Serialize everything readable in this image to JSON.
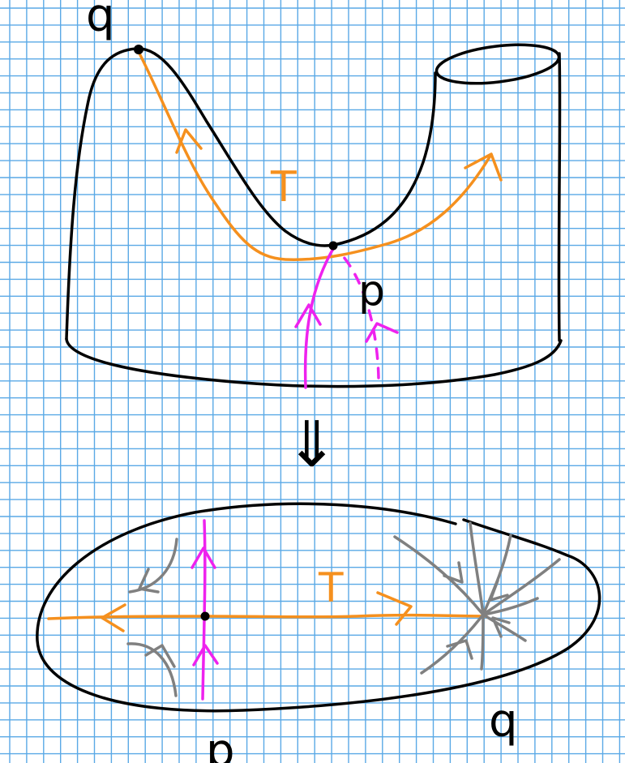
{
  "labels": {
    "q_top": "q",
    "T_top": "T",
    "p_top": "p",
    "T_bottom": "T",
    "p_bottom": "p",
    "q_bottom": "q",
    "implies_arrow": "⇓"
  },
  "colors": {
    "grid": "#5aa9e6",
    "ink": "#000000",
    "orange": "#f5901e",
    "magenta": "#ee22ee",
    "gray": "#808080",
    "background": "#ffffff"
  }
}
